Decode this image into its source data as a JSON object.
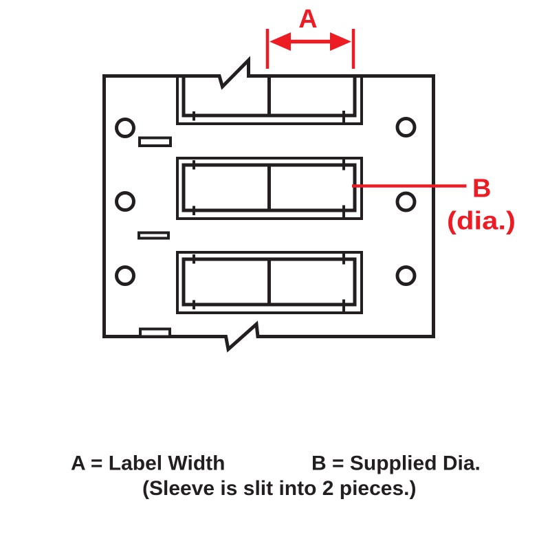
{
  "colors": {
    "line": "#231f20",
    "accent": "#ed1c24",
    "background": "#ffffff"
  },
  "annotations": {
    "dim_a_label": "A",
    "dim_b_label": "B",
    "dim_b_note": "(dia.)"
  },
  "caption": {
    "a_definition": "A = Label Width",
    "b_definition": "B = Supplied Dia.",
    "slit_note": "(Sleeve is slit into 2 pieces.)"
  }
}
